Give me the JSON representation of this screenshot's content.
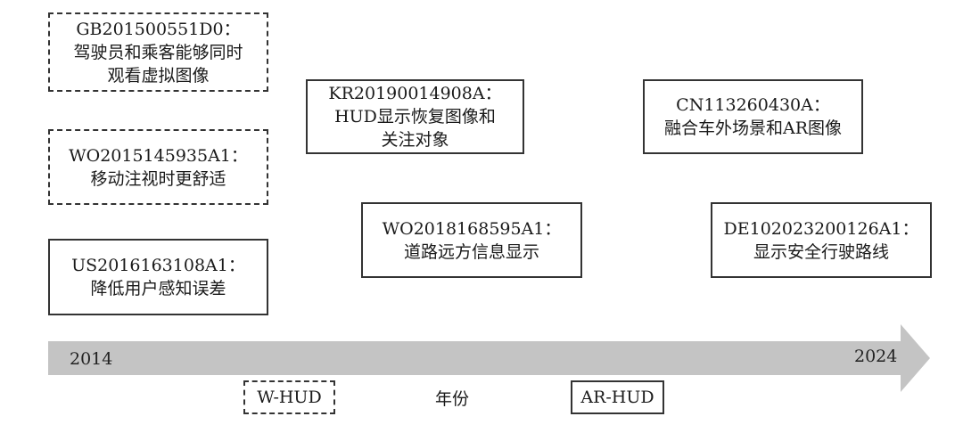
{
  "patents": [
    {
      "id": "GB201500551D0：",
      "desc": [
        "驾驶员和乘客能够同时",
        "观看虚拟图像"
      ],
      "type": "W-HUD"
    },
    {
      "id": "WO2015145935A1：",
      "desc": [
        "移动注视时更舒适"
      ],
      "type": "W-HUD"
    },
    {
      "id": "US2016163108A1：",
      "desc": [
        "降低用户感知误差"
      ],
      "type": "AR-HUD"
    },
    {
      "id": "KR20190014908A：",
      "desc": [
        "HUD显示恢复图像和",
        "关注对象"
      ],
      "type": "AR-HUD"
    },
    {
      "id": "WO2018168595A1：",
      "desc": [
        "道路远方信息显示"
      ],
      "type": "AR-HUD"
    },
    {
      "id": "CN113260430A：",
      "desc": [
        "融合车外场景和AR图像"
      ],
      "type": "AR-HUD"
    },
    {
      "id": "DE102023200126A1：",
      "desc": [
        "显示安全行驶路线"
      ],
      "type": "AR-HUD"
    }
  ],
  "timeline": {
    "start_year": "2014",
    "end_year": "2024",
    "axis_label": "年份",
    "arrow_color": "#c4c4c4"
  },
  "legend": {
    "w_hud": "W-HUD",
    "ar_hud": "AR-HUD"
  }
}
